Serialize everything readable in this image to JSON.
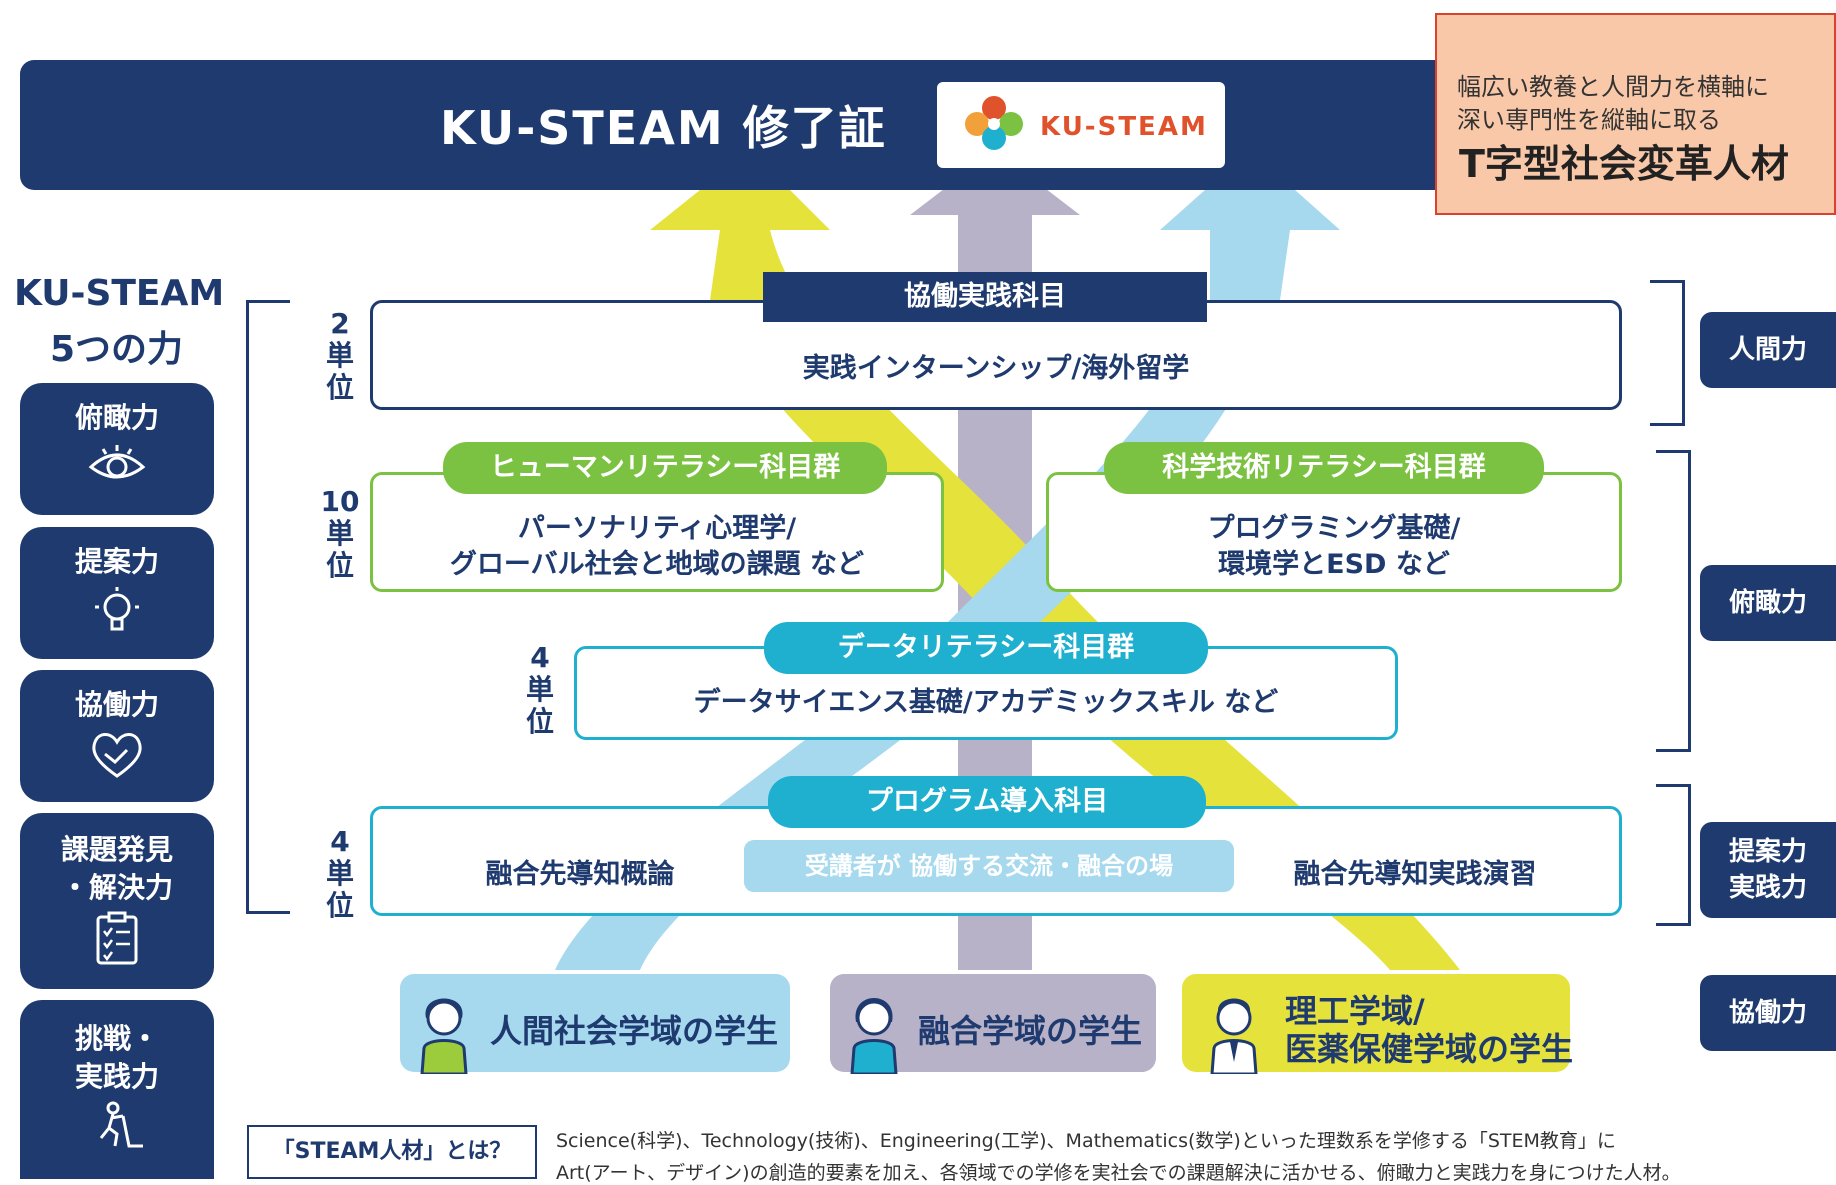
{
  "header": {
    "title": "KU-STEAM 修了証",
    "logo_text": "KU-STEAM"
  },
  "tshape": {
    "line1": "幅広い教養と人間力を横軸に",
    "line2": "深い専門性を縦軸に取る",
    "title": "T字型社会変革人材"
  },
  "sidebar": {
    "title_line1": "KU-STEAM",
    "title_line2": "5つの力",
    "powers": [
      {
        "label": "俯瞰力",
        "icon": "eye-icon"
      },
      {
        "label": "提案力",
        "icon": "lightbulb-icon"
      },
      {
        "label": "協働力",
        "icon": "handshake-heart-icon"
      },
      {
        "label_line1": "課題発見",
        "label_line2": "・解決力",
        "icon": "clipboard-checklist-icon"
      },
      {
        "label_line1": "挑戦・",
        "label_line2": "実践力",
        "icon": "climber-icon"
      }
    ]
  },
  "courses": {
    "kyodo": {
      "units1": "2",
      "units2": "単",
      "units3": "位",
      "title": "協働実践科目",
      "text": "実践インターンシップ/海外留学"
    },
    "human": {
      "title": "ヒューマンリテラシー科目群",
      "text1": "パーソナリティ心理学/",
      "text2": "グローバル社会と地域の課題 など"
    },
    "science": {
      "title": "科学技術リテラシー科目群",
      "text1": "プログラミング基礎/",
      "text2": "環境学とESD など"
    },
    "lit_units": {
      "u1": "10",
      "u2": "単",
      "u3": "位"
    },
    "data": {
      "units1": "4",
      "units2": "単",
      "units3": "位",
      "title": "データリテラシー科目群",
      "text": "データサイエンス基礎/アカデミックスキル など"
    },
    "intro": {
      "units1": "4",
      "units2": "単",
      "units3": "位",
      "title": "プログラム導入科目",
      "left": "融合先導知概論",
      "center": "受講者が 協働する交流・融合の場",
      "right": "融合先導知実践演習"
    }
  },
  "right_labels": {
    "ningen": "人間力",
    "fukan": "俯瞰力",
    "teian1": "提案力",
    "teian2": "実践力",
    "kyodo": "協働力"
  },
  "students": {
    "social": "人間社会学域の学生",
    "fusion": "融合学域の学生",
    "science1": "理工学域/",
    "science2": "医薬保健学域の学生"
  },
  "footer": {
    "question": "「STEAM人材」とは？",
    "line1": "Science(科学)、Technology(技術)、Engineering(工学)、Mathematics(数学)といった理数系を学修する「STEM教育」に",
    "line2": "Art(アート、デザイン)の創造的要素を加え、各領域での学修を実社会での課題解決に活かせる、俯瞰力と実践力を身につけた人材。"
  },
  "colors": {
    "navy": "#1f3a6e",
    "green": "#7cc242",
    "cyan": "#1fb0d0",
    "yellow": "#e6e23c",
    "light_blue": "#a6d8ee",
    "gray_purple": "#b8b2c8",
    "peach": "#f9c8a8"
  }
}
